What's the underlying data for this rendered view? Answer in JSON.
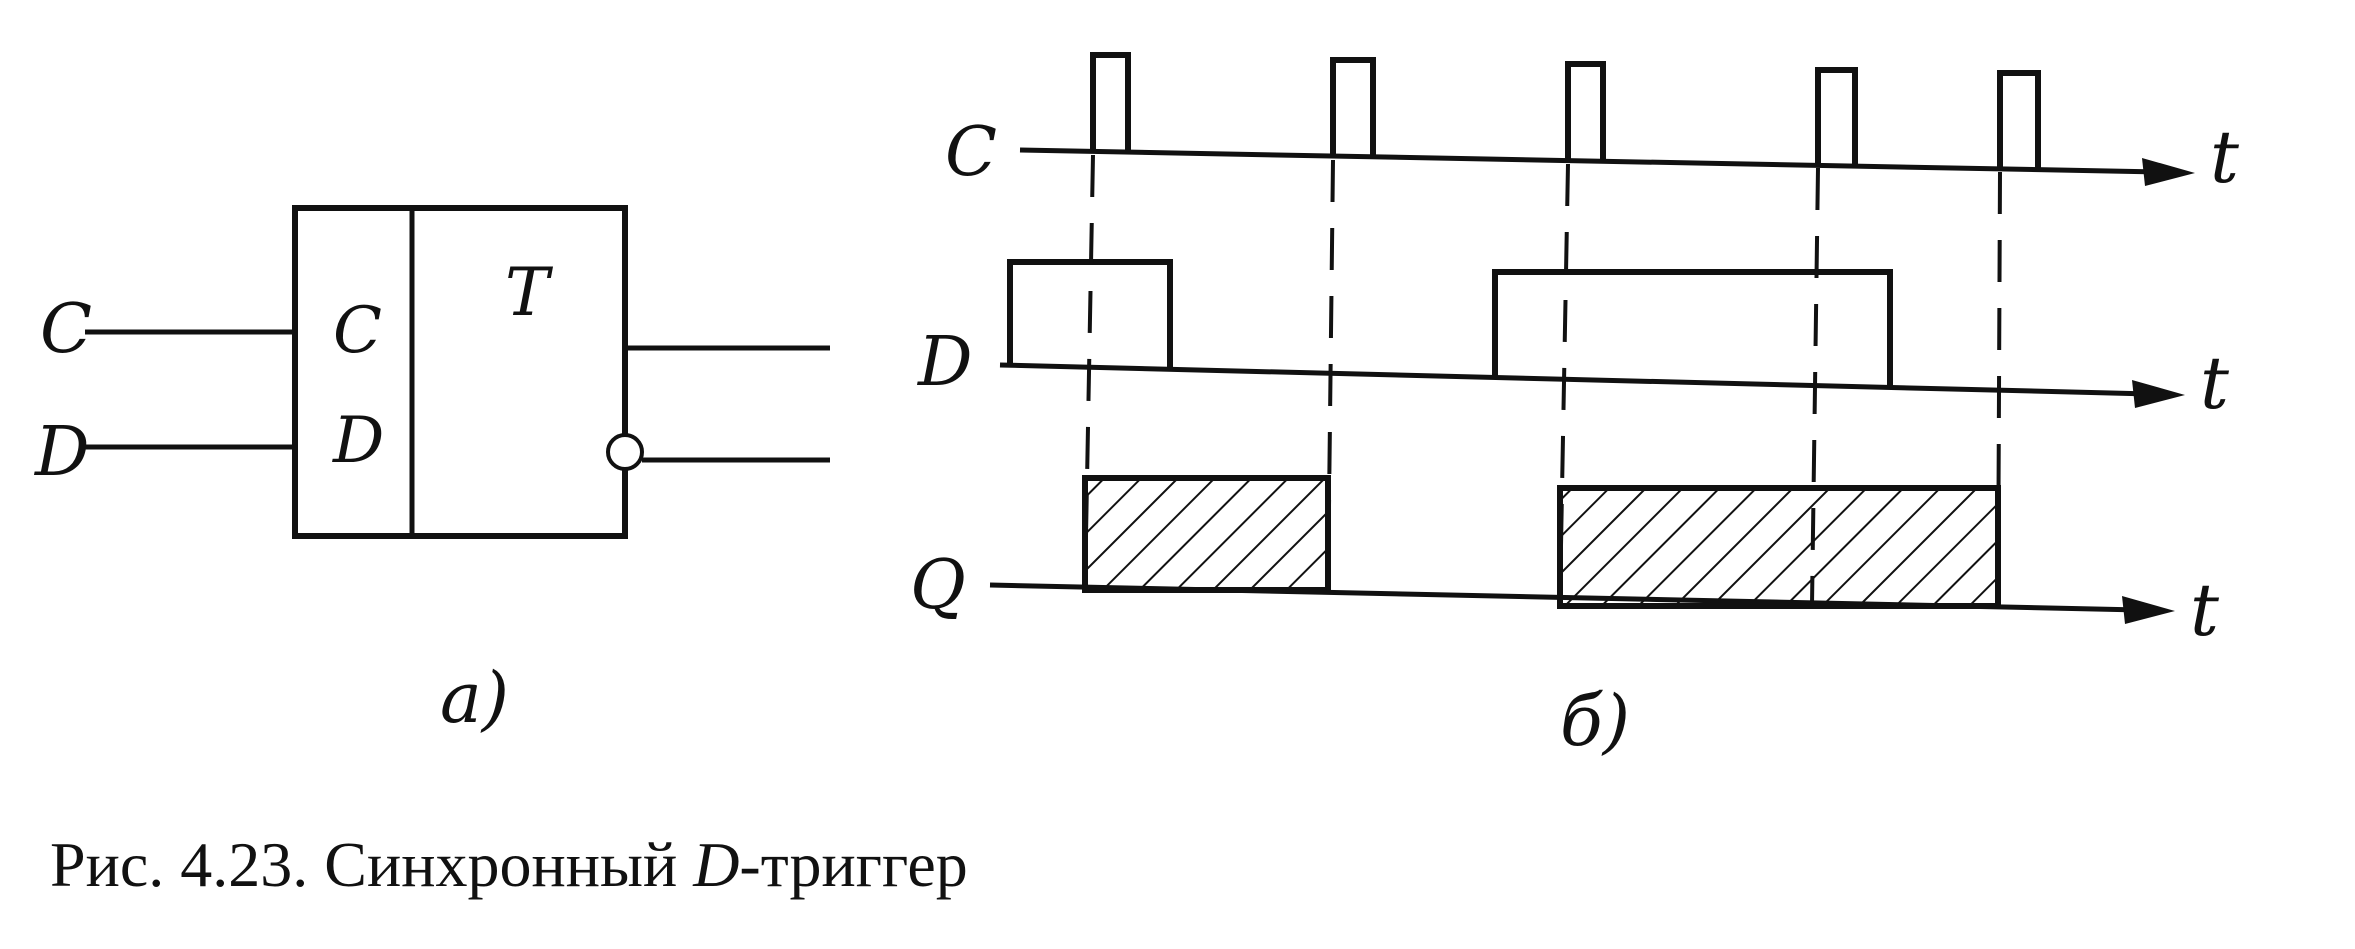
{
  "panel_a": {
    "inputs": [
      "C",
      "D"
    ],
    "box_inputs": [
      "C",
      "D"
    ],
    "box_title": "T",
    "panel_label": "а)"
  },
  "panel_b": {
    "signals": [
      "C",
      "D",
      "Q"
    ],
    "axis_label": "t",
    "panel_label": "б)"
  },
  "caption": {
    "prefix": "Рис. 4.23. Синхронный ",
    "italic": "D",
    "suffix": "-триггер"
  },
  "colors": {
    "ink": "#111111",
    "paper": "#ffffff"
  }
}
